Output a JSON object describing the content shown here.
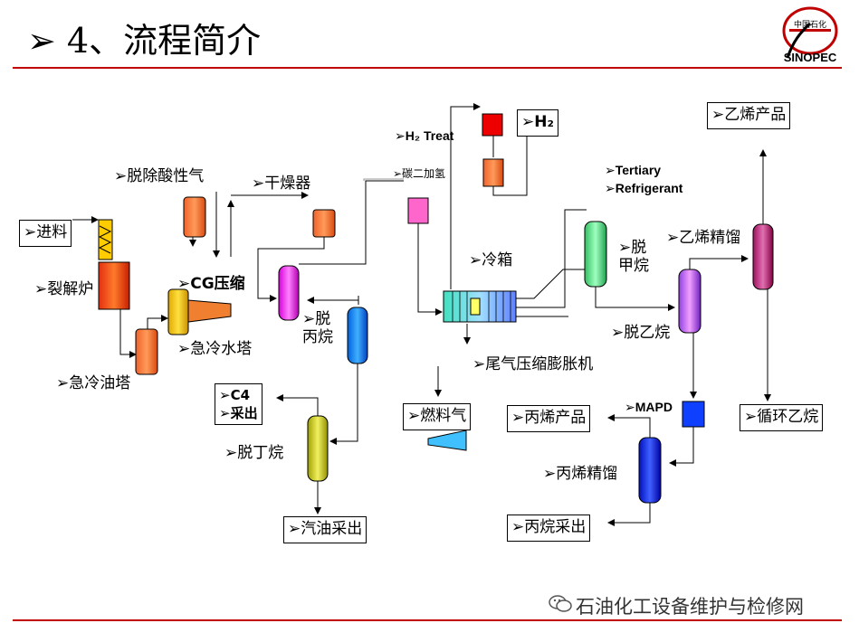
{
  "title": "➢ 4、流程简介",
  "logo": {
    "text": "中国石化",
    "brand": "SINOPEC",
    "color": "#c00000"
  },
  "labels": {
    "feed": "➢进料",
    "cracker": "➢裂解炉",
    "quench_oil": "➢急冷油塔",
    "acid_gas": "➢脱除酸性气",
    "cg_compress": "➢CG压缩",
    "quench_water": "➢急冷水塔",
    "dryer": "➢干燥器",
    "depropanizer": "➢脱\n丙烷",
    "c4": "➢C4\n➢采出",
    "debutanizer": "➢脱丁烷",
    "gasoline": "➢汽油采出",
    "h2_treat": "➢H₂ Treat",
    "acetylene_hydro": "➢碳二加氢",
    "h2": "➢H₂",
    "cold_box": "➢冷箱",
    "tail_gas": "➢尾气压缩膨胀机",
    "fuel_gas": "➢燃料气",
    "tertiary": "➢Tertiary",
    "refrigerant": "➢Refrigerant",
    "demethanizer": "➢脱\n甲烷",
    "deethanizer": "➢脱乙烷",
    "ethylene_frac": "➢乙烯精馏",
    "ethylene_product": "➢乙烯产品",
    "recycle_ethane": "➢循环乙烷",
    "mapd": "➢MAPD",
    "propylene_product": "➢丙烯产品",
    "propylene_frac": "➢丙烯精馏",
    "propane": "➢丙烷采出"
  },
  "watermark": "石油化工设备维护与检修网",
  "colors": {
    "accent": "#c00000"
  }
}
